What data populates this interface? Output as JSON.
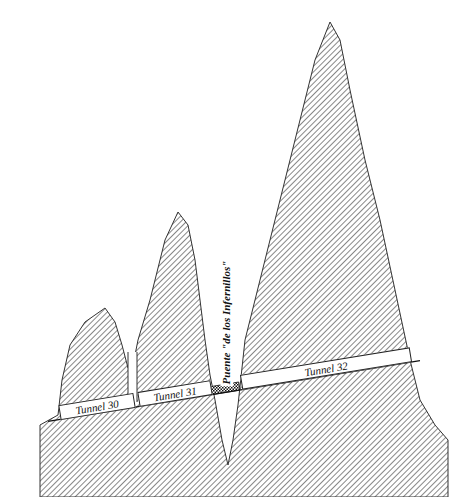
{
  "diagram": {
    "nodes": [
      {
        "text": [
          "Tunnel 30"
        ]
      },
      {
        "text": [
          "Tunnel 31"
        ]
      },
      {
        "text": [
          "Tunnel 32"
        ]
      }
    ],
    "labels": [
      "Puente \"de los Infernillos\""
    ]
  }
}
